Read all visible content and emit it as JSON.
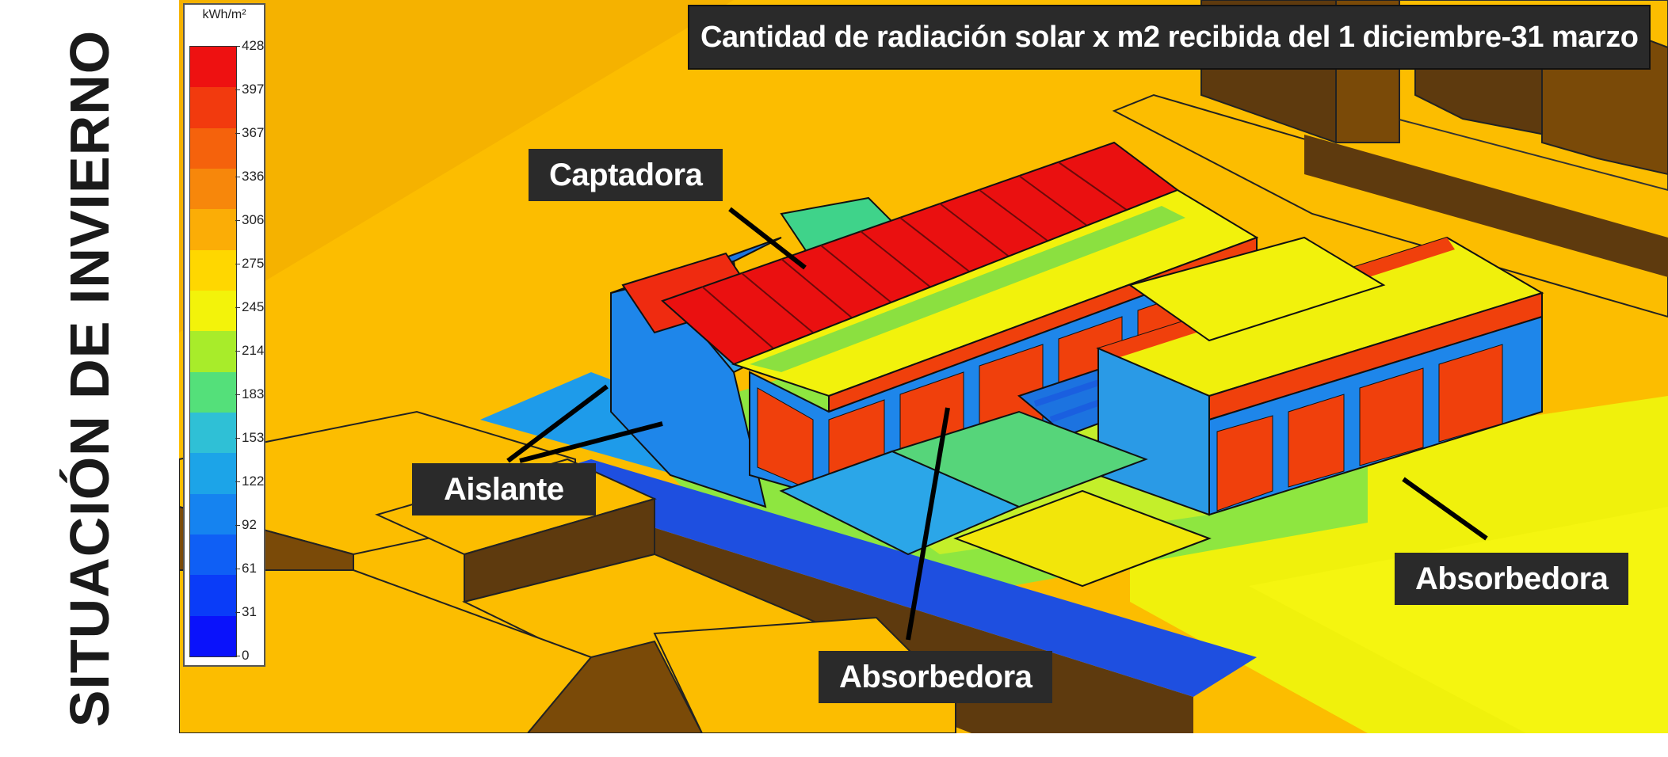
{
  "vertical_title": "SITUACIÓN DE INVIERNO",
  "title": "Cantidad de radiación solar x m2 recibida del  1 diciembre-31 marzo",
  "legend": {
    "unit": "kWh/m²",
    "ticks": [
      "428",
      "397",
      "367",
      "336",
      "306",
      "275",
      "245",
      "214",
      "183",
      "153",
      "122",
      "92",
      "61",
      "31",
      "0"
    ],
    "colors": [
      "#ee1111",
      "#f23a0e",
      "#f5620c",
      "#f7870b",
      "#fbad06",
      "#ffd700",
      "#f3f30a",
      "#a8ec2a",
      "#54e07a",
      "#2fc0d6",
      "#1ca4e8",
      "#1583f0",
      "#0f5ff5",
      "#0a3cf8",
      "#0a12fb"
    ]
  },
  "labels": {
    "captadora": "Captadora",
    "aislante": "Aislante",
    "absorbedora_center": "Absorbedora",
    "absorbedora_right": "Absorbedora"
  },
  "colors": {
    "ground": "#fbbc00",
    "ground_light": "#ffc400",
    "shadow_brown": "#5e3a0e",
    "dark_brown": "#7a4a08",
    "label_bg": "#2a2a2a"
  }
}
